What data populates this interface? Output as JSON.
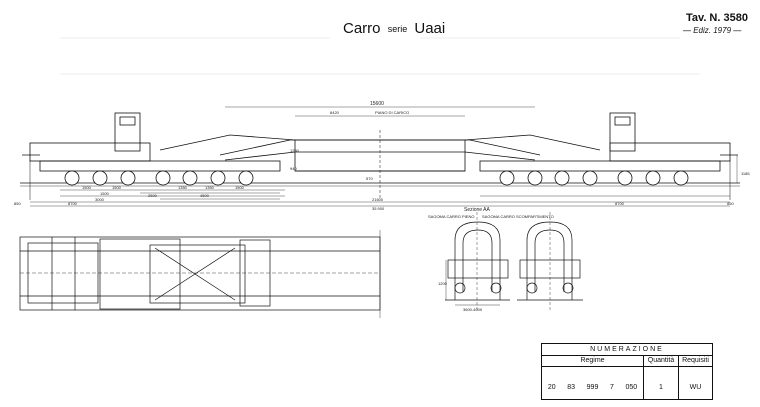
{
  "header": {
    "title_main": "Carro",
    "title_small": "serie",
    "title_series": "Uaai",
    "tav": "Tav. N. 3580",
    "edition": "— Ediz. 1979 —"
  },
  "dimensions": {
    "total_center": "15600",
    "piano_carico": "8420",
    "piano_carico_label": "PIANO DI CARICO",
    "h1": "1250",
    "h2": "940",
    "h3": "570",
    "h4": "1185",
    "left_a": "1500",
    "left_b": "1500",
    "left_c": "1500",
    "left_d": "3000",
    "left_e": "8700",
    "mid_a": "1350",
    "mid_b": "1350",
    "mid_c": "1500",
    "mid_d": "2500",
    "mid_e": "4500",
    "right_a": "8700",
    "overall_1": "21600",
    "overall_2": "35.900",
    "end_left": "850",
    "end_right": "850",
    "section_label": "Sezione AA",
    "sec_left_note": "SAGOMA CARRO PIENO",
    "sec_right_note": "SAGOMA CARRO SCOMPARTIMENTO",
    "sec_height": "1200",
    "sec_width": "3600-4000"
  },
  "numerazione": {
    "title": "NUMERAZIONE",
    "col_regime": "Regime",
    "col_quantita": "Quantità",
    "col_requisiti": "Requisiti",
    "v1": "20",
    "v2": "83",
    "v3": "999",
    "v4": "7",
    "v5": "050",
    "v6": "1",
    "quantita": "1",
    "requisiti": "WU"
  }
}
